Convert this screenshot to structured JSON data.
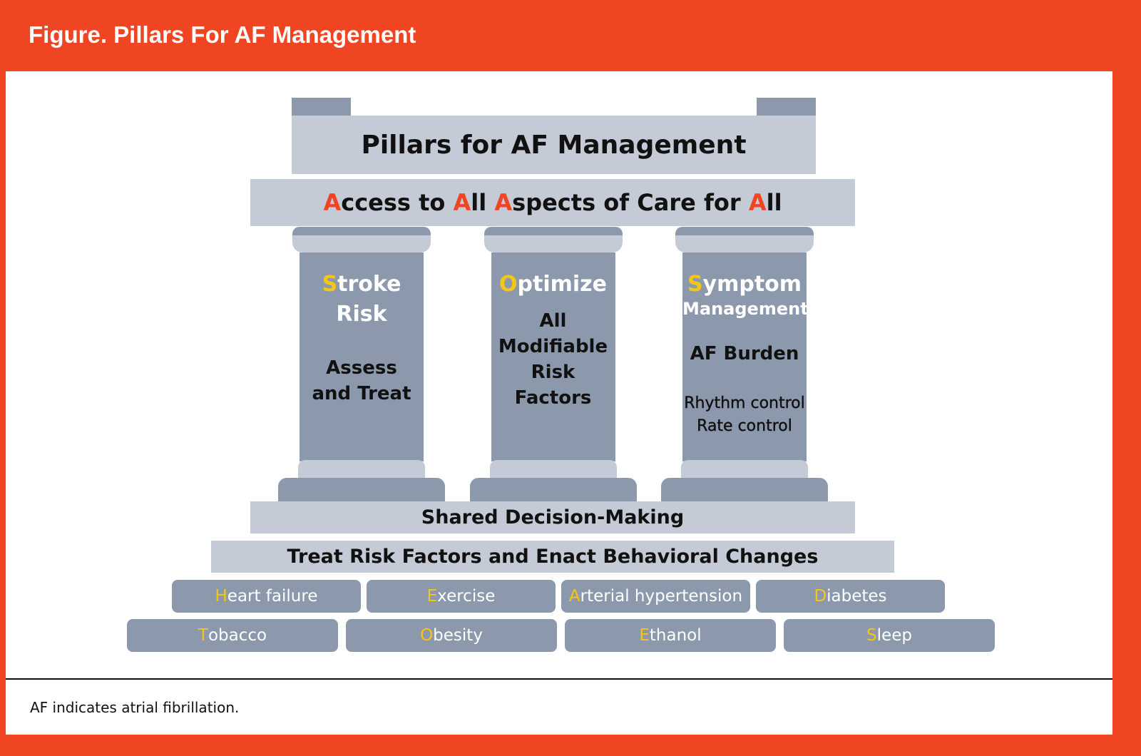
{
  "header": {
    "title": "Figure. Pillars For AF Management"
  },
  "roof": {
    "title": "Pillars for AF Management"
  },
  "access": {
    "segments": [
      {
        "text": "A",
        "accent": true
      },
      {
        "text": "ccess to ",
        "accent": false
      },
      {
        "text": "A",
        "accent": true
      },
      {
        "text": "ll ",
        "accent": false
      },
      {
        "text": "A",
        "accent": true
      },
      {
        "text": "spects of Care for ",
        "accent": false
      },
      {
        "text": "A",
        "accent": true
      },
      {
        "text": "ll",
        "accent": false
      }
    ]
  },
  "pillars": [
    {
      "initial": "S",
      "rest": "troke",
      "line2": "Risk",
      "body": [
        "Assess",
        "and Treat"
      ]
    },
    {
      "initial": "O",
      "rest": "ptimize",
      "line2": "",
      "body": [
        "All",
        "Modifiable",
        "Risk",
        "Factors"
      ]
    },
    {
      "initial": "S",
      "rest": "ymptom",
      "line2": "Management",
      "body": [
        "AF Burden"
      ],
      "small": [
        "Rhythm control",
        "Rate control"
      ]
    }
  ],
  "steps": {
    "shared": "Shared Decision-Making",
    "treat": "Treat Risk Factors and Enact Behavioral Changes"
  },
  "bricks_row1": [
    {
      "initial": "H",
      "rest": "eart failure"
    },
    {
      "initial": "E",
      "rest": "xercise"
    },
    {
      "initial": "A",
      "rest": "rterial hypertension"
    },
    {
      "initial": "D",
      "rest": "iabetes"
    }
  ],
  "bricks_row2": [
    {
      "initial": "T",
      "rest": "obacco"
    },
    {
      "initial": "O",
      "rest": "besity"
    },
    {
      "initial": "E",
      "rest": "thanol"
    },
    {
      "initial": "S",
      "rest": "leep"
    }
  ],
  "footnote": "AF indicates atrial fibrillation.",
  "colors": {
    "frame": "#F04523",
    "light": "#C5CBD6",
    "dark": "#8C99AD",
    "yellow": "#F5C518"
  }
}
